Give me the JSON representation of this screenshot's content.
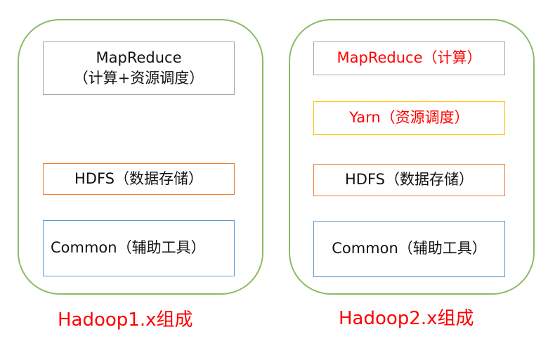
{
  "hadoop1": {
    "mapreduce_line1": "MapReduce",
    "mapreduce_line2": "（计算+资源调度）",
    "hdfs": "HDFS（数据存储）",
    "common": "Common（辅助工具）",
    "caption": "Hadoop1.x组成"
  },
  "hadoop2": {
    "mapreduce": "MapReduce（计算）",
    "yarn": "Yarn（资源调度）",
    "hdfs": "HDFS（数据存储）",
    "common": "Common（辅助工具）",
    "caption": "Hadoop2.x组成"
  },
  "colors": {
    "group_border": "#8cbc64",
    "mapreduce_border": "#a6a6a6",
    "hdfs_border": "#ed7d31",
    "common_border": "#5b9bd5",
    "yarn_border": "#ffc000",
    "highlight_text": "#ff0000"
  }
}
